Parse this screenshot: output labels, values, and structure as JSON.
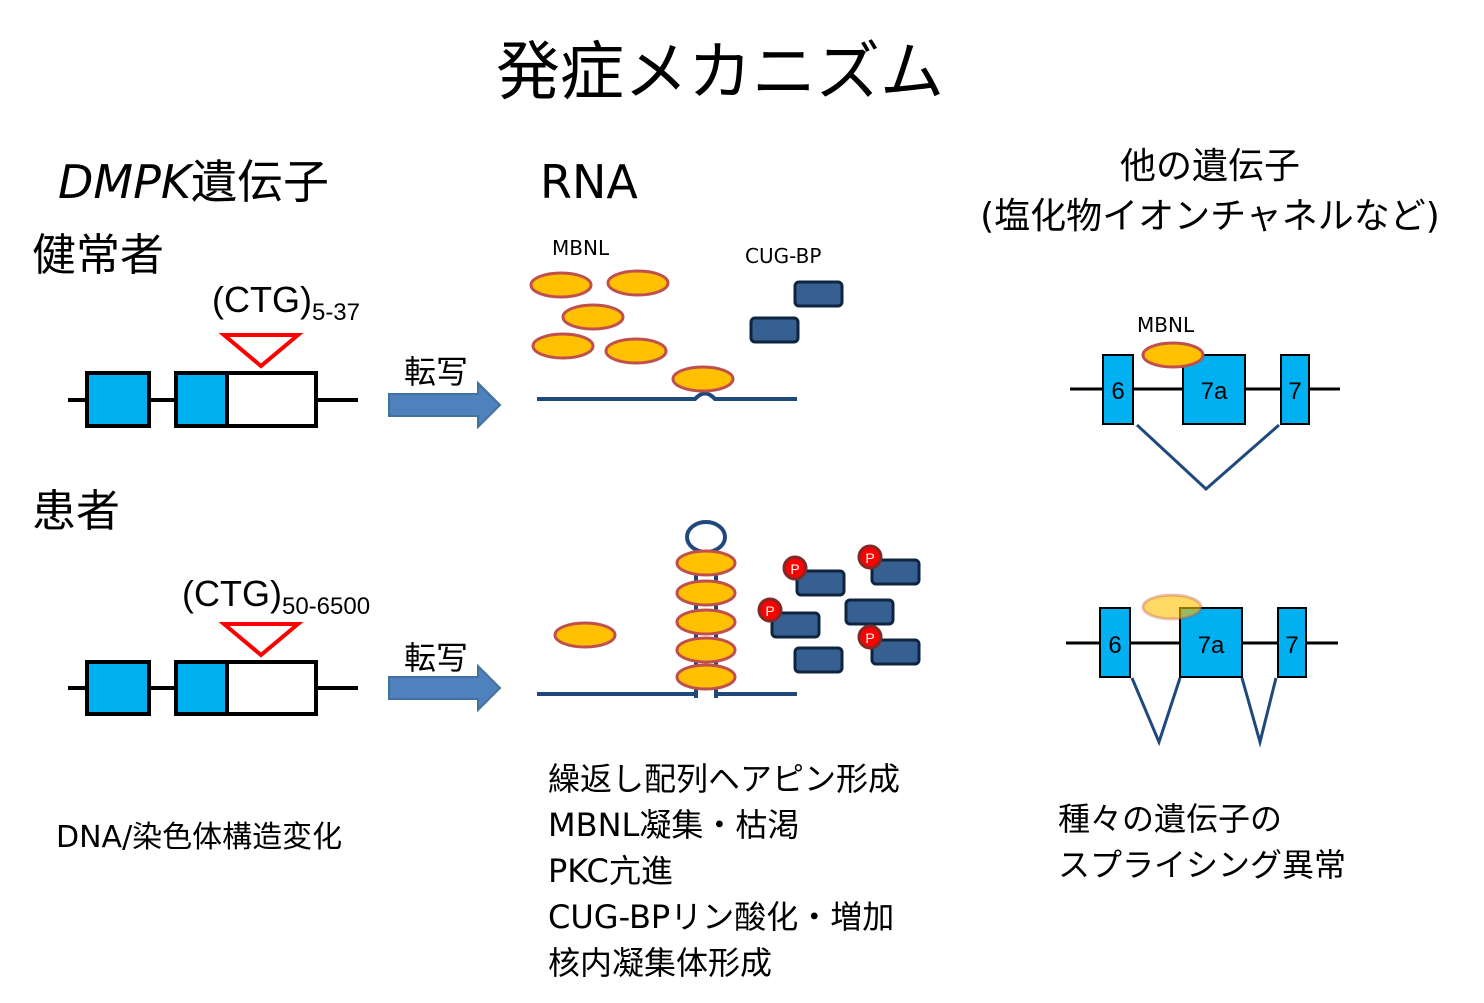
{
  "title": "発症メカニズム",
  "headers": {
    "gene_italic": "DMPK",
    "gene_suffix": "遺伝子",
    "rna": "RNA",
    "other_line1": "他の遺伝子",
    "other_line2": "(塩化物イオンチャネルなど)"
  },
  "groups": {
    "healthy": "健常者",
    "patient": "患者"
  },
  "repeats": {
    "healthy_base": "(CTG)",
    "healthy_range": "5-37",
    "patient_base": "(CTG)",
    "patient_range": "50-6500"
  },
  "arrows": {
    "transcription": "転写"
  },
  "proteins": {
    "mbnl": "MBNL",
    "cugbp": "CUG-BP",
    "phospho": "P"
  },
  "exons": {
    "e6": "6",
    "e7a": "7a",
    "e7": "7"
  },
  "outcomes": {
    "dna": "DNA/染色体構造変化",
    "rna_effects": [
      "繰返し配列ヘアピン形成",
      "MBNL凝集・枯渇",
      "PKC亢進",
      "CUG-BPリン酸化・増加",
      "核内凝集体形成"
    ],
    "splicing_line1": "種々の遺伝子の",
    "splicing_line2": "スプライシング異常"
  },
  "colors": {
    "exon_fill": "#00b0f0",
    "repeat_marker": "#ff0000",
    "arrow_fill": "#4f81bd",
    "rna_line": "#1f497d",
    "mbnl_fill": "#ffc000",
    "mbnl_stroke": "#c0504d",
    "cugbp_fill": "#376092",
    "cugbp_stroke": "#0f243e",
    "phospho_fill": "#ff0000",
    "phospho_stroke": "#7f2a2a"
  }
}
